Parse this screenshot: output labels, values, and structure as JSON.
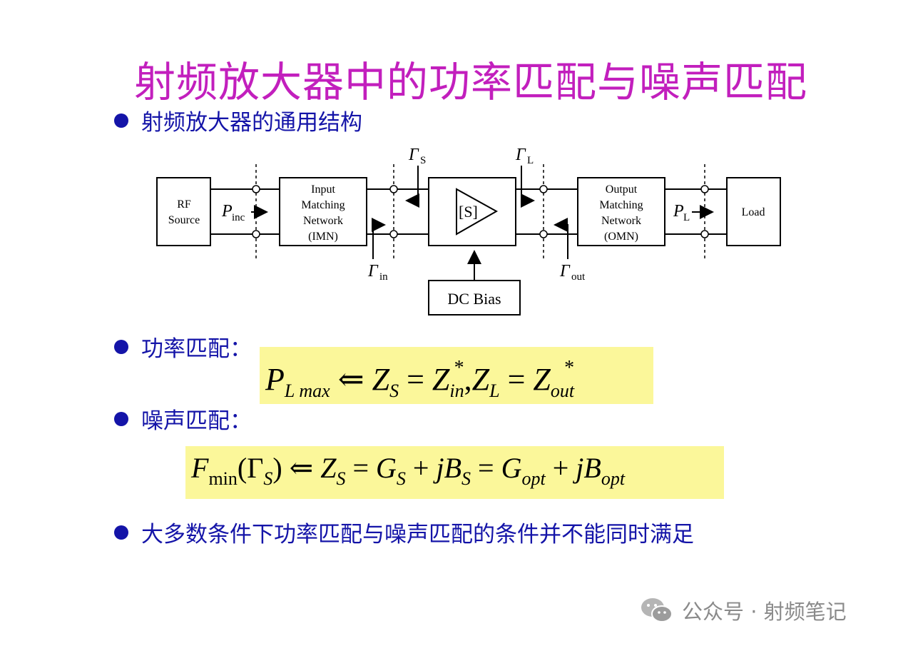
{
  "title": "射频放大器中的功率匹配与噪声匹配",
  "bullets": {
    "b1": "射频放大器的通用结构",
    "b2": "功率匹配：",
    "b3": "噪声匹配：",
    "b4": "大多数条件下功率匹配与噪声匹配的条件并不能同时满足"
  },
  "diagram": {
    "rf_source": [
      "RF",
      "Source"
    ],
    "imn": [
      "Input",
      "Matching",
      "Network",
      "(IMN)"
    ],
    "amp": "[S]",
    "omn": [
      "Output",
      "Matching",
      "Network",
      "(OMN)"
    ],
    "load": "Load",
    "dc_bias": "DC Bias",
    "p_inc": "P",
    "p_inc_sub": "inc",
    "p_l": "P",
    "p_l_sub": "L",
    "gamma": "Γ",
    "gamma_s_sub": "S",
    "gamma_l_sub": "L",
    "gamma_in_sub": "in",
    "gamma_out_sub": "out"
  },
  "eq1": {
    "lhs": "P",
    "lhs_sub": "L max",
    "arrow": "⇐",
    "z1": "Z",
    "z1_sub": "S",
    "eq": "=",
    "z2": "Z",
    "z2_sub": "in",
    "z2_sup": "*",
    "comma": ",",
    "z3": "Z",
    "z3_sub": "L",
    "z4": "Z",
    "z4_sub": "out",
    "z4_sup": "*"
  },
  "eq2": {
    "f": "F",
    "f_sub": "min",
    "gs": "(Γ",
    "gs_sub": "S",
    "close": ")",
    "arrow": "⇐",
    "z": "Z",
    "z_sub": "S",
    "g": "G",
    "g_sub": "S",
    "plus": "+",
    "j": "j",
    "b": "B",
    "b_sub": "S",
    "gopt": "G",
    "gopt_sub": "opt",
    "bopt": "B",
    "bopt_sub": "opt"
  },
  "watermark": "公众号 · 射频笔记",
  "colors": {
    "title": "#c21fbd",
    "bullet": "#1414a8",
    "highlight": "#fbf79a"
  }
}
